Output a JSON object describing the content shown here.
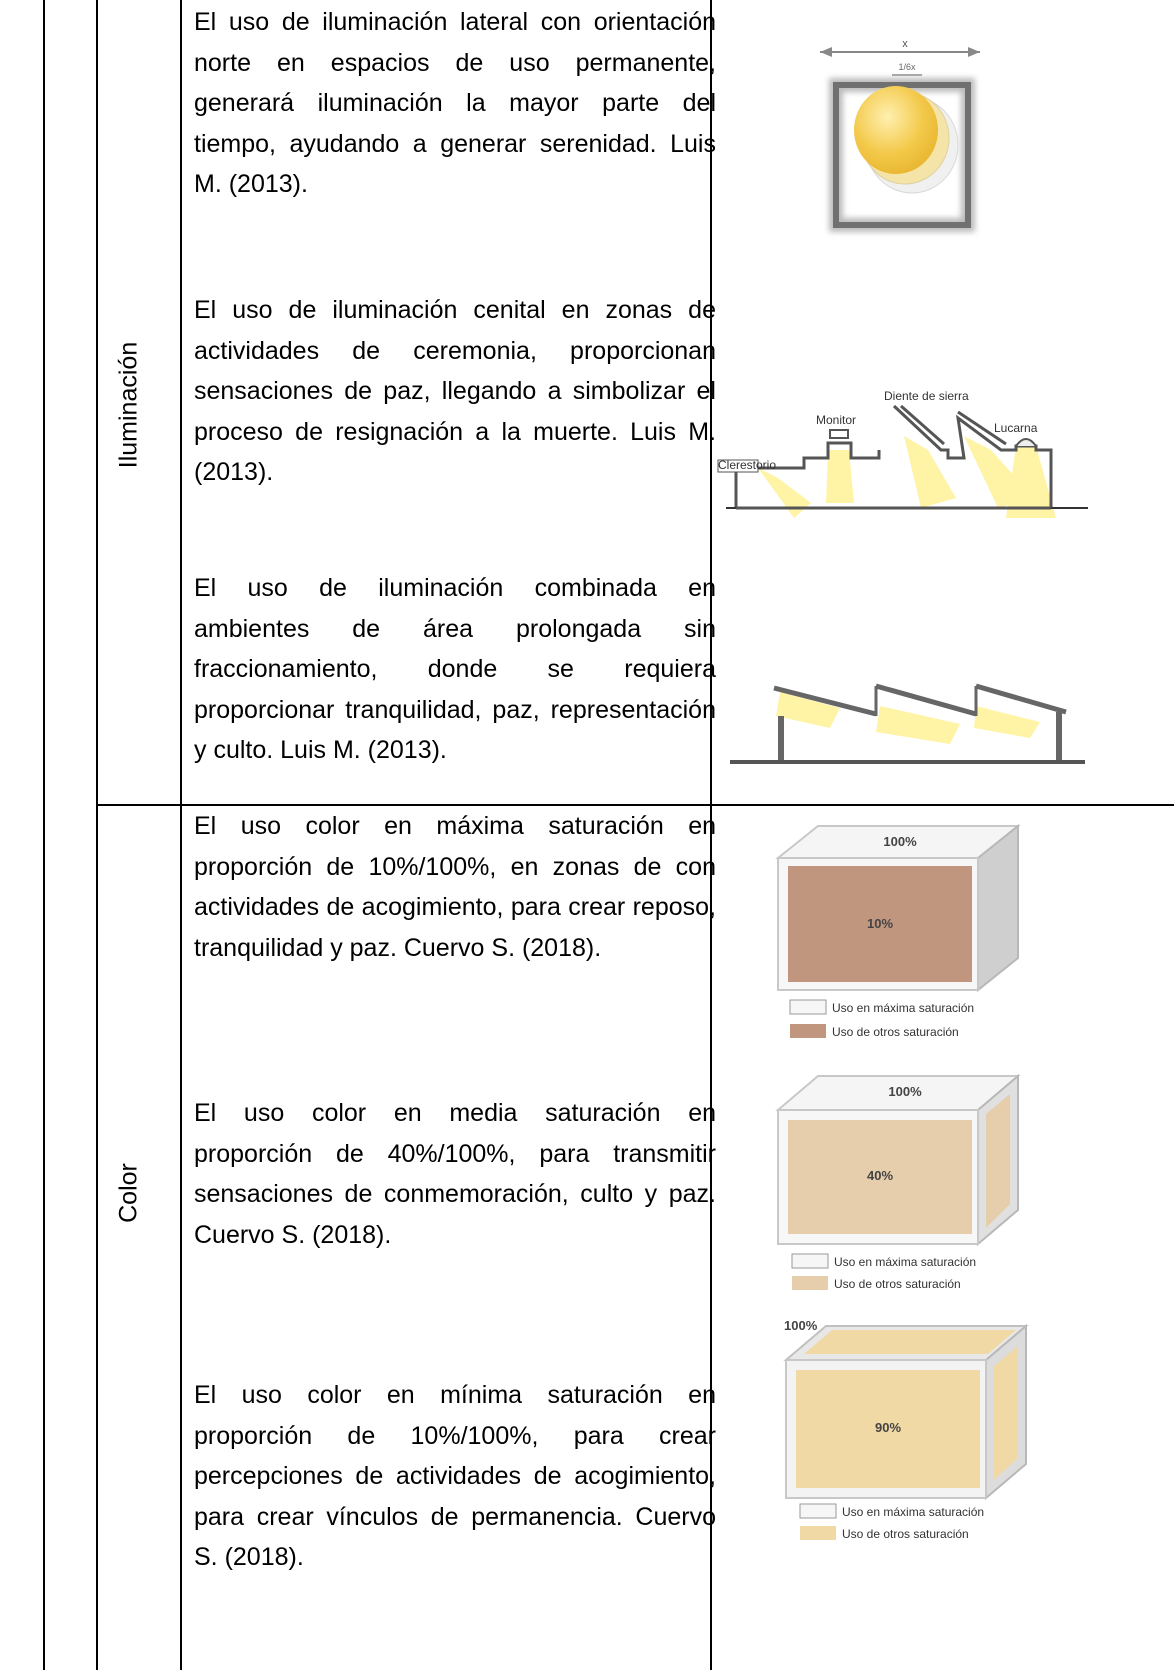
{
  "rows": [
    {
      "category": "Iluminación",
      "paragraphs": [
        "El uso de iluminación lateral con orientación norte en espacios de uso permanente, generará iluminación la mayor parte del tiempo, ayudando a generar serenidad. Luis M. (2013).",
        "El uso de iluminación cenital en zonas de actividades de ceremonia, proporcionan sensaciones de paz, llegando a simbolizar el proceso de resignación a la muerte. Luis M. (2013).",
        "El uso de iluminación combinada en ambientes de área prolongada sin fraccionamiento, donde se requiera proporcionar tranquilidad, paz, representación y culto. Luis M. (2013)."
      ],
      "figures": {
        "lateral": {
          "width_label": "x",
          "opening_label": "1/6x"
        },
        "cenital": {
          "labels": [
            "Clerestorio",
            "Monitor",
            "Diente de sierra",
            "Lucarna"
          ]
        }
      }
    },
    {
      "category": "Color",
      "paragraphs": [
        "El uso color en máxima saturación en proporción de 10%/100%, en zonas de con actividades de acogimiento, para crear reposo, tranquilidad y paz. Cuervo S. (2018).",
        "El uso color en media saturación en proporción de 40%/100%, para transmitir sensaciones de conmemoración, culto y paz. Cuervo S. (2018).",
        "El uso color en mínima saturación en proporción de 10%/100%, para crear percepciones de actividades de acogimiento, para crear vínculos de permanencia. Cuervo S. (2018)."
      ],
      "figures": [
        {
          "top_label": "100%",
          "inner_label": "10%",
          "legend1": "Uso en máxima saturación",
          "legend2": "Uso de otros saturación",
          "inner_color": "#c1967e"
        },
        {
          "top_label": "100%",
          "inner_label": "40%",
          "legend1": "Uso en máxima saturación",
          "legend2": "Uso de otros saturación",
          "inner_color": "#e6ceac"
        },
        {
          "top_label": "100%",
          "inner_label": "90%",
          "legend1": "Uso en máxima saturación",
          "legend2": "Uso de otros saturación",
          "inner_color": "#f0d9a5"
        }
      ]
    }
  ]
}
